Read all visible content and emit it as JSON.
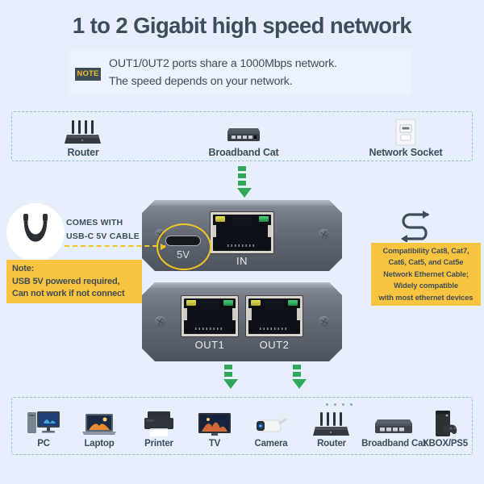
{
  "page": {
    "background_color": "#e6effb",
    "title": "1 to 2 Gigabit high speed network"
  },
  "note_banner": {
    "badge_label": "NOTE",
    "badge_bg": "#3f4d58",
    "badge_text_color": "#f2bd2b",
    "line1": "OUT1/0UT2  ports share a 1000Mbps network.",
    "line2": "The speed depends on your network."
  },
  "source_devices": {
    "items": [
      {
        "label": "Router",
        "icon": "router-icon"
      },
      {
        "label": "Broadband Cat",
        "icon": "switch-icon"
      },
      {
        "label": "Network Socket",
        "icon": "wall-socket-icon"
      }
    ]
  },
  "cable_callout": {
    "icon": "usb-c-cable-icon",
    "line1": "COMES WITH",
    "line2": "USB-C 5V CABLE"
  },
  "usb_note": {
    "bg": "#f9c440",
    "line1": "Note:",
    "line2": "USB 5V powered required,",
    "line3": "Can not work if not connect"
  },
  "splitter": {
    "usb_port_label": "5V",
    "in_port_label": "IN",
    "out1_port_label": "OUT1",
    "out2_port_label": "OUT2",
    "highlight_color": "#f3c623"
  },
  "compatibility": {
    "bg": "#f9c440",
    "icon": "split-arrow-icon",
    "line1": "Compatibility Cat8, Cat7,",
    "line2": "Cat6, Cat5, and Cat5e",
    "line3": "Network Ethernet Cable;",
    "line4": "Widely compatible",
    "line5": "with  most ethernet devices"
  },
  "target_devices": {
    "items": [
      {
        "label": "PC",
        "icon": "desktop-pc-icon"
      },
      {
        "label": "Laptop",
        "icon": "laptop-icon"
      },
      {
        "label": "Printer",
        "icon": "printer-icon"
      },
      {
        "label": "TV",
        "icon": "tv-icon"
      },
      {
        "label": "Camera",
        "icon": "ip-camera-icon"
      },
      {
        "label": "Router",
        "icon": "router-icon"
      },
      {
        "label": "Broadband Cat",
        "icon": "switch-icon"
      },
      {
        "label": "XBOX/PS5",
        "icon": "game-console-icon"
      }
    ]
  },
  "flow_arrows": {
    "color": "#2fa85a",
    "in_arrow": "arrow-down-to-in",
    "out1_arrow": "arrow-down-from-out1",
    "out2_arrow": "arrow-down-from-out2"
  }
}
